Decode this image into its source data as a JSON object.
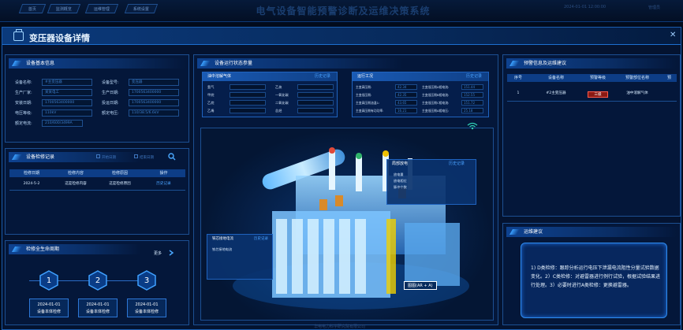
{
  "topbar": {
    "tabs": [
      "首页",
      "监测概览",
      "运维管理",
      "系统设置"
    ],
    "title": "电气设备智能预警诊断及运维决策系统",
    "time": "2024-01-01 12:00:00",
    "user": "管理员"
  },
  "window": {
    "title": "变压器设备详情",
    "close": "✕"
  },
  "basic": {
    "title": "设备基本信息",
    "fields": [
      {
        "label": "设备名称:",
        "value": "#主变压器"
      },
      {
        "label": "设备型号:",
        "value": "变压器"
      },
      {
        "label": "生产厂家:",
        "value": "某某电工"
      },
      {
        "label": "生产日期:",
        "value": "1700563400000"
      },
      {
        "label": "安装日期:",
        "value": "1700563400000"
      },
      {
        "label": "投运日期:",
        "value": "1700563400000"
      },
      {
        "label": "电压等级:",
        "value": "110kV"
      },
      {
        "label": "额定电压:",
        "value": "110/38.5/6.6kV"
      },
      {
        "label": "额定电流:",
        "value": "210/600/3499A"
      }
    ]
  },
  "maint": {
    "title": "设备检修记录",
    "filter_start": "开始日期",
    "filter_end": "结束日期",
    "headers": [
      "检修日期",
      "检修内容",
      "检修原因",
      "操作"
    ],
    "rows": [
      {
        "date": "2024-5-2",
        "content": "这是检修内容",
        "reason": "这是检修原因",
        "action": "历史记录"
      }
    ]
  },
  "lifecycle": {
    "title": "检修全生命周期",
    "more": "更多",
    "steps": [
      {
        "num": "1",
        "date": "2024-01-01",
        "label": "设备本体检修"
      },
      {
        "num": "2",
        "date": "2024-01-01",
        "label": "设备本体检修"
      },
      {
        "num": "3",
        "date": "2024-01-01",
        "label": "设备本体检修"
      }
    ]
  },
  "status": {
    "title": "设备运行状态参量",
    "gas": {
      "title": "油中溶解气体",
      "hist": "历史记录",
      "items": [
        "氢气",
        "甲烷",
        "乙烷",
        "乙烯",
        "乙炔",
        "一氧化碳",
        "二氧化碳",
        "总烃"
      ]
    },
    "cond": {
      "title": "运行工况",
      "hist": "历史记录",
      "items": [
        {
          "label": "主变高压侧:",
          "value": "42.34"
        },
        {
          "label": "主变低压侧:",
          "value": "42.35"
        },
        {
          "label": "主变高压侧油温1:",
          "value": "43.65"
        },
        {
          "label": "主变高压侧有功功率:",
          "value": "16.21"
        },
        {
          "label": "主变低压侧A相电流:",
          "value": "151.44"
        },
        {
          "label": "主变低压侧B相电流:",
          "value": "152.55"
        },
        {
          "label": "主变低压侧C相电流:",
          "value": "151.72"
        },
        {
          "label": "主变低压侧A相电压:",
          "value": "25.18"
        }
      ]
    },
    "discharge": {
      "title": "局部放电",
      "hist": "历史记录",
      "items": [
        "放电量",
        "放电相位",
        "脉冲个数"
      ]
    },
    "iron": {
      "title": "铁芯接地电流",
      "hist": "历史记录",
      "items": [
        "铁芯接地电流"
      ]
    },
    "phase_label": "图图(AR + A)"
  },
  "warning": {
    "title": "预警信息及运维建议",
    "headers": [
      "序号",
      "设备名称",
      "预警等级",
      "预警部位名称",
      "预"
    ],
    "rows": [
      {
        "no": "1",
        "name": "#2主变压器",
        "level": "三级",
        "part": "油中溶解气体"
      }
    ],
    "level_color": "#d9352a"
  },
  "advice": {
    "title": "运维建议",
    "text": "1) D类检修：跟踪分析运行电压下泄漏电流阻性分量试验数据变化。2）C类检修：对避雷器进行例行试验，根据试验结果进行处理。3）必要时进行A类检修：更换避雷器。"
  },
  "footer": "华电电力科学研究院有限公司"
}
